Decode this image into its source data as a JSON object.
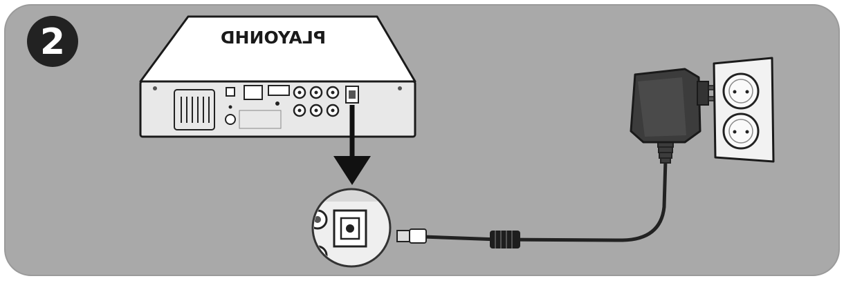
{
  "step": {
    "number": "2"
  },
  "device": {
    "brand": "PLAYONHD"
  },
  "colors": {
    "panel": "#a9a9a9",
    "device_body": "#ffffff",
    "outline": "#1a1a1a",
    "adapter": "#3c3c3c",
    "socket_plate": "#f2f2f2"
  },
  "icons": [
    "step-number-badge",
    "arrow-down-icon",
    "power-adapter-icon",
    "wall-socket-icon",
    "dc-plug-icon"
  ]
}
